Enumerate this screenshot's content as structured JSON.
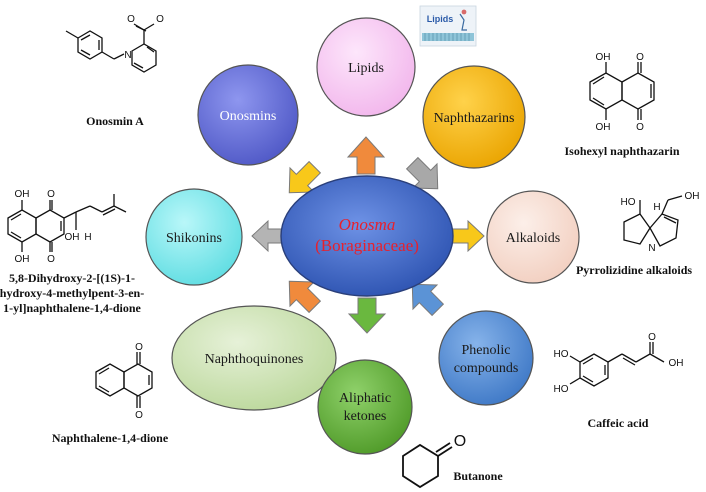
{
  "center": {
    "line1": "Onosma",
    "line2": "(Boraginaceae)"
  },
  "nodes": {
    "lipids": "Lipids",
    "onosmins": "Onosmins",
    "naphthazarins": "Naphthazarins",
    "shikonins": "Shikonins",
    "alkaloids": "Alkaloids",
    "naphthoquinones": "Naphthoquinones",
    "phenolic_line1": "Phenolic",
    "phenolic_line2": "compounds",
    "aliphatic_line1": "Aliphatic",
    "aliphatic_line2": "ketones"
  },
  "compounds": {
    "onosmin_a": "Onosmin A",
    "isohexyl": "Isohexyl naphthazarin",
    "shikonin_line1": "5,8-Dihydroxy-2-[(1S)-1-",
    "shikonin_line2": "hydroxy-4-methylpent-3-en-",
    "shikonin_line3": "1-yl]naphthalene-1,4-dione",
    "pyrrolizidine": "Pyrrolizidine alkaloids",
    "caffeic": "Caffeic acid",
    "naphthalene_dione": "Naphthalene-1,4-dione",
    "butanone": "Butanone"
  },
  "lipids_badge": "Lipids",
  "atoms": {
    "O": "O",
    "OH": "OH",
    "HO": "HO",
    "N": "N",
    "H": "H"
  },
  "colors": {
    "lipids": "#f7c6f2",
    "onosmins": "#6a73d8",
    "naphthazarins": "#f8b800",
    "shikonins": "#87ecef",
    "alkaloids": "#f7ddd2",
    "naphthoquinones": "#cfe3b7",
    "phenolic": "#5b93d6",
    "aliphatic": "#67b53c",
    "center": "#3e66c4"
  }
}
